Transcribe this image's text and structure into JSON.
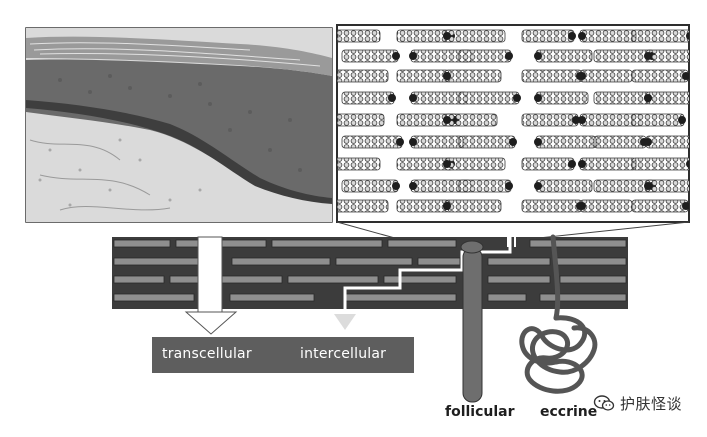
{
  "diagram": {
    "routes": {
      "transcellular": "transcellular",
      "intercellular": "intercellular",
      "follicular": "follicular",
      "eccrine": "eccrine"
    },
    "panels": [
      "skin-histology-micrograph",
      "lipid-bilayer-molecular-model"
    ]
  },
  "watermark": {
    "text": "护肤怪谈",
    "icon": "wechat-icon"
  },
  "colors": {
    "corneocyte": "#8f8f8f",
    "lipid_matrix": "#3c3c3c",
    "panel_border": "#3a3a3a",
    "arrow": "#ffffff",
    "label_bar": "#5e5e5e",
    "histology_epidermis": "#6b6b6b",
    "histology_dermis": "#d9d9d9"
  }
}
